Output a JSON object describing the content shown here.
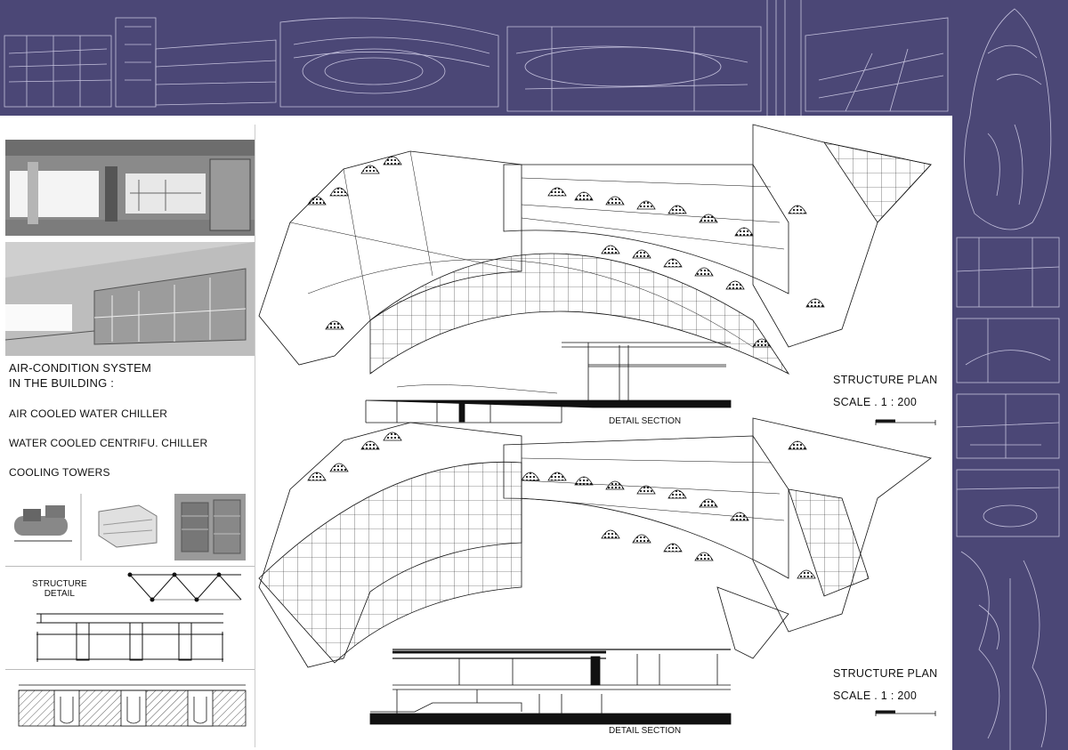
{
  "leftPanel": {
    "heading": [
      "AIR-CONDITION SYSTEM",
      "IN THE BUILDING :"
    ],
    "items": [
      "AIR COOLED WATER CHILLER",
      "WATER COOLED CENTRIFU. CHILLER",
      "COOLING TOWERS"
    ],
    "structureDetail": [
      "STRUCTURE",
      "DETAIL"
    ]
  },
  "plans": [
    {
      "title": "STRUCTURE PLAN",
      "scale": "SCALE . 1 : 200",
      "section": "DETAIL SECTION"
    },
    {
      "title": "STRUCTURE PLAN",
      "scale": "SCALE . 1 : 200",
      "section": "DETAIL SECTION"
    }
  ],
  "colors": {
    "accent": "#4b4776",
    "line": "#111111"
  }
}
